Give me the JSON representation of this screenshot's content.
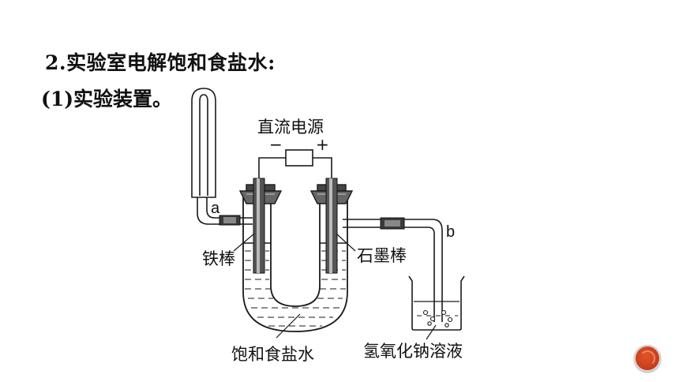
{
  "heading": {
    "title": "2.实验室电解饱和食盐水:",
    "subtitle": "(1)实验装置。"
  },
  "diagram": {
    "labels": {
      "power_source": "直流电源",
      "negative": "−",
      "positive": "+",
      "port_a": "a",
      "port_b": "b",
      "iron_rod": "铁棒",
      "graphite_rod": "石墨棒",
      "brine": "饱和食盐水",
      "naoh_solution": "氢氧化钠溶液"
    },
    "colors": {
      "stroke": "#1a1a1a",
      "electrode_fill": "#555555",
      "nav_button": "#c7401d"
    }
  }
}
